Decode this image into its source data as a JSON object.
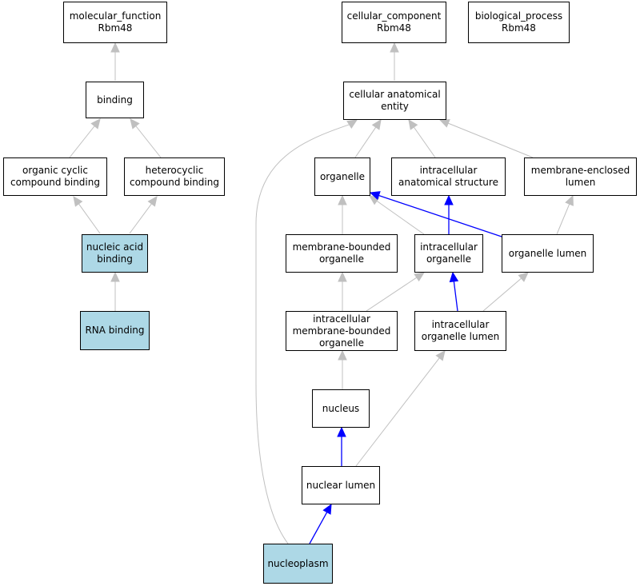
{
  "colors": {
    "highlight_fill": "#add8e6",
    "default_fill": "#ffffff",
    "gray_edge": "#c0c0c0",
    "blue_edge": "#0000ff",
    "border": "#000000"
  },
  "nodes": {
    "molecular_function": {
      "lines": [
        "molecular_function",
        "Rbm48"
      ],
      "highlighted": false
    },
    "binding": {
      "lines": [
        "binding"
      ],
      "highlighted": false
    },
    "organic_cyclic_compound_binding": {
      "lines": [
        "organic cyclic",
        "compound binding"
      ],
      "highlighted": false
    },
    "heterocyclic_compound_binding": {
      "lines": [
        "heterocyclic",
        "compound binding"
      ],
      "highlighted": false
    },
    "nucleic_acid_binding": {
      "lines": [
        "nucleic acid",
        "binding"
      ],
      "highlighted": true
    },
    "rna_binding": {
      "lines": [
        "RNA binding"
      ],
      "highlighted": true
    },
    "cellular_component": {
      "lines": [
        "cellular_component",
        "Rbm48"
      ],
      "highlighted": false
    },
    "biological_process": {
      "lines": [
        "biological_process",
        "Rbm48"
      ],
      "highlighted": false
    },
    "cellular_anatomical_entity": {
      "lines": [
        "cellular anatomical",
        "entity"
      ],
      "highlighted": false
    },
    "organelle": {
      "lines": [
        "organelle"
      ],
      "highlighted": false
    },
    "intracellular_anatomical_structure": {
      "lines": [
        "intracellular",
        "anatomical structure"
      ],
      "highlighted": false
    },
    "membrane_enclosed_lumen": {
      "lines": [
        "membrane-enclosed",
        "lumen"
      ],
      "highlighted": false
    },
    "membrane_bounded_organelle": {
      "lines": [
        "membrane-bounded",
        "organelle"
      ],
      "highlighted": false
    },
    "intracellular_organelle": {
      "lines": [
        "intracellular",
        "organelle"
      ],
      "highlighted": false
    },
    "organelle_lumen": {
      "lines": [
        "organelle lumen"
      ],
      "highlighted": false
    },
    "intracellular_membrane_bounded_organelle": {
      "lines": [
        "intracellular",
        "membrane-bounded",
        "organelle"
      ],
      "highlighted": false
    },
    "intracellular_organelle_lumen": {
      "lines": [
        "intracellular",
        "organelle lumen"
      ],
      "highlighted": false
    },
    "nucleus": {
      "lines": [
        "nucleus"
      ],
      "highlighted": false
    },
    "nuclear_lumen": {
      "lines": [
        "nuclear lumen"
      ],
      "highlighted": false
    },
    "nucleoplasm": {
      "lines": [
        "nucleoplasm"
      ],
      "highlighted": true
    }
  },
  "edges": [
    {
      "from": "binding",
      "to": "molecular_function",
      "color": "gray"
    },
    {
      "from": "organic_cyclic_compound_binding",
      "to": "binding",
      "color": "gray"
    },
    {
      "from": "heterocyclic_compound_binding",
      "to": "binding",
      "color": "gray"
    },
    {
      "from": "nucleic_acid_binding",
      "to": "organic_cyclic_compound_binding",
      "color": "gray"
    },
    {
      "from": "nucleic_acid_binding",
      "to": "heterocyclic_compound_binding",
      "color": "gray"
    },
    {
      "from": "rna_binding",
      "to": "nucleic_acid_binding",
      "color": "gray"
    },
    {
      "from": "cellular_anatomical_entity",
      "to": "cellular_component",
      "color": "gray"
    },
    {
      "from": "organelle",
      "to": "cellular_anatomical_entity",
      "color": "gray"
    },
    {
      "from": "intracellular_anatomical_structure",
      "to": "cellular_anatomical_entity",
      "color": "gray"
    },
    {
      "from": "membrane_enclosed_lumen",
      "to": "cellular_anatomical_entity",
      "color": "gray"
    },
    {
      "from": "nucleoplasm",
      "to": "cellular_anatomical_entity",
      "color": "gray"
    },
    {
      "from": "membrane_bounded_organelle",
      "to": "organelle",
      "color": "gray"
    },
    {
      "from": "intracellular_organelle",
      "to": "organelle",
      "color": "gray"
    },
    {
      "from": "organelle_lumen",
      "to": "organelle",
      "color": "blue"
    },
    {
      "from": "intracellular_organelle",
      "to": "intracellular_anatomical_structure",
      "color": "blue"
    },
    {
      "from": "organelle_lumen",
      "to": "membrane_enclosed_lumen",
      "color": "gray"
    },
    {
      "from": "intracellular_membrane_bounded_organelle",
      "to": "membrane_bounded_organelle",
      "color": "gray"
    },
    {
      "from": "intracellular_membrane_bounded_organelle",
      "to": "intracellular_organelle",
      "color": "gray"
    },
    {
      "from": "intracellular_organelle_lumen",
      "to": "intracellular_organelle",
      "color": "blue"
    },
    {
      "from": "intracellular_organelle_lumen",
      "to": "organelle_lumen",
      "color": "gray"
    },
    {
      "from": "nucleus",
      "to": "intracellular_membrane_bounded_organelle",
      "color": "gray"
    },
    {
      "from": "nuclear_lumen",
      "to": "nucleus",
      "color": "blue"
    },
    {
      "from": "nuclear_lumen",
      "to": "intracellular_organelle_lumen",
      "color": "gray"
    },
    {
      "from": "nucleoplasm",
      "to": "nuclear_lumen",
      "color": "blue"
    }
  ]
}
